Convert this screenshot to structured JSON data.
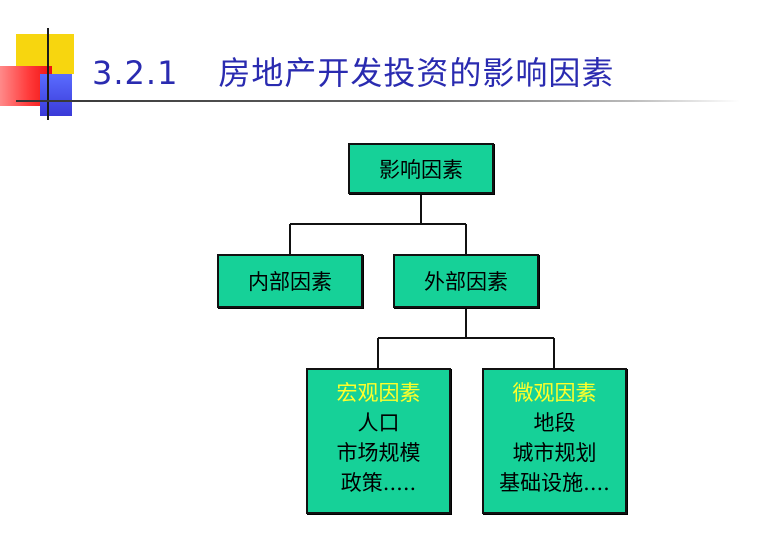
{
  "slide": {
    "title_number": "3.2.1",
    "title_text": "房地产开发投资的影响因素"
  },
  "diagram": {
    "root": {
      "label": "影响因素"
    },
    "internal": {
      "label": "内部因素"
    },
    "external": {
      "label": "外部因素"
    },
    "macro": {
      "heading": "宏观因素",
      "items": [
        "人口",
        "市场规模",
        "政策....."
      ]
    },
    "micro": {
      "heading": "微观因素",
      "items": [
        "地段",
        "城市规划",
        "基础设施...."
      ]
    }
  },
  "colors": {
    "node_fill": "#16d198",
    "heading_text": "#ffff2a",
    "title_text": "#2a2bb0"
  }
}
